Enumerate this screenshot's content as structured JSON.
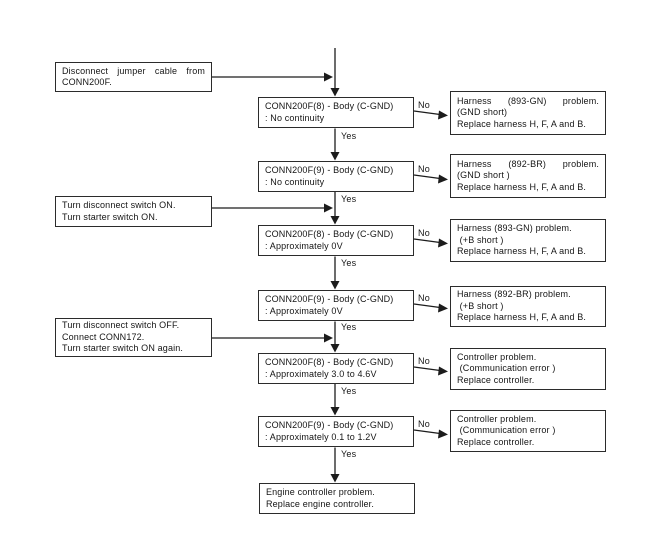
{
  "labels": {
    "yes": "Yes",
    "no": "No"
  },
  "colors": {
    "ink": "#1c1c1c",
    "background": "#ffffff"
  },
  "instructions": [
    {
      "lines": [
        "Disconnect jumper cable from",
        "CONN200F."
      ]
    },
    {
      "lines": [
        "Turn disconnect switch ON.",
        "Turn starter switch ON."
      ]
    },
    {
      "lines": [
        "Turn disconnect switch OFF.",
        "Connect CONN172.",
        "Turn starter switch ON again."
      ]
    }
  ],
  "decisions": [
    {
      "lines": [
        "CONN200F(8) - Body (C-GND)",
        ": No continuity"
      ]
    },
    {
      "lines": [
        "CONN200F(9) - Body (C-GND)",
        ": No continuity"
      ]
    },
    {
      "lines": [
        "CONN200F(8) - Body (C-GND)",
        ": Approximately 0V"
      ]
    },
    {
      "lines": [
        "CONN200F(9) - Body (C-GND)",
        ": Approximately 0V"
      ]
    },
    {
      "lines": [
        "CONN200F(8) - Body (C-GND)",
        ": Approximately 3.0 to 4.6V"
      ]
    },
    {
      "lines": [
        "CONN200F(9) - Body (C-GND)",
        ": Approximately 0.1 to 1.2V"
      ]
    }
  ],
  "results": [
    {
      "lines": [
        "Harness (893-GN) problem.",
        "(GND short)",
        "Replace harness H, F, A and B."
      ]
    },
    {
      "lines": [
        "Harness (892-BR) problem.",
        "(GND short )",
        "Replace harness H, F, A and B."
      ]
    },
    {
      "lines": [
        "Harness (893-GN) problem.",
        " (+B short )",
        "Replace harness H, F, A and B."
      ]
    },
    {
      "lines": [
        "Harness (892-BR) problem.",
        " (+B short )",
        "Replace harness H, F, A and B."
      ]
    },
    {
      "lines": [
        "Controller problem.",
        " (Communication error )",
        "Replace controller."
      ]
    },
    {
      "lines": [
        "Controller problem.",
        " (Communication error )",
        "Replace controller."
      ]
    }
  ],
  "final": {
    "lines": [
      "Engine controller problem.",
      "Replace engine controller."
    ]
  }
}
